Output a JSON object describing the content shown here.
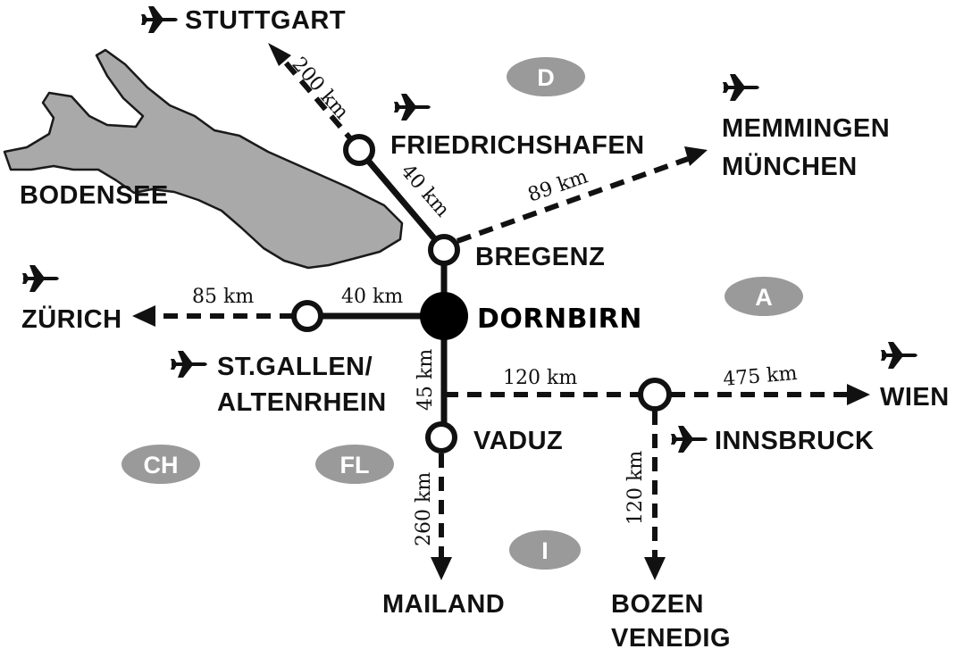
{
  "lake": {
    "label": "BODENSEE"
  },
  "hub": {
    "label": "DORNBIRN"
  },
  "cities": {
    "stuttgart": "STUTTGART",
    "friedrichshafen": "FRIEDRICHSHAFEN",
    "memmingen_line1": "MEMMINGEN",
    "memmingen_line2": "MÜNCHEN",
    "bregenz": "BREGENZ",
    "zurich": "ZÜRICH",
    "stgallen_line1": "ST.GALLEN/",
    "stgallen_line2": "ALTENRHEIN",
    "vaduz": "VADUZ",
    "wien": "WIEN",
    "innsbruck": "INNSBRUCK",
    "mailand": "MAILAND",
    "bozen_line1": "BOZEN",
    "bozen_line2": "VENEDIG"
  },
  "distances": {
    "stuttgart": "200 km",
    "friedrichshafen": "40 km",
    "memmingen": "89 km",
    "zurich": "85 km",
    "stgallen": "40 km",
    "vaduz": "45 km",
    "innsbruck": "120 km",
    "wien": "475 km",
    "mailand": "260 km",
    "bozen": "120 km"
  },
  "countries": {
    "germany": "D",
    "austria": "A",
    "switzerland": "CH",
    "liechtenstein": "FL",
    "italy": "I"
  },
  "colors": {
    "badge": "#9a9a9a",
    "lake": "#a9a9a9",
    "ink": "#111111"
  },
  "icons": [
    "airplane-icon"
  ]
}
